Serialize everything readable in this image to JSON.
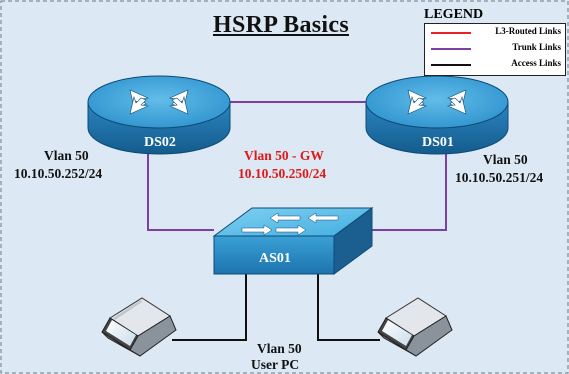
{
  "title": "HSRP Basics",
  "legend": {
    "title": "LEGEND",
    "items": [
      {
        "label": "L3-Routed Links",
        "color": "#e8202a"
      },
      {
        "label": "Trunk Links",
        "color": "#7b3fa6"
      },
      {
        "label": "Access Links",
        "color": "#111111"
      }
    ]
  },
  "devices": {
    "ds02": "DS02",
    "ds01": "DS01",
    "as01": "AS01"
  },
  "labels": {
    "ds02_vlan": "Vlan 50",
    "ds02_ip": "10.10.50.252/24",
    "ds01_vlan": "Vlan 50",
    "ds01_ip": "10.10.50.251/24",
    "gw_vlan": "Vlan 50 - GW",
    "gw_ip": "10.10.50.250/24",
    "pc_vlan": "Vlan 50",
    "pc_name": "User PC"
  },
  "colors": {
    "background": "#dce9f5",
    "router_top": "#3aa0d6",
    "router_side": "#1d6fa5",
    "gateway_text": "#e01818"
  }
}
